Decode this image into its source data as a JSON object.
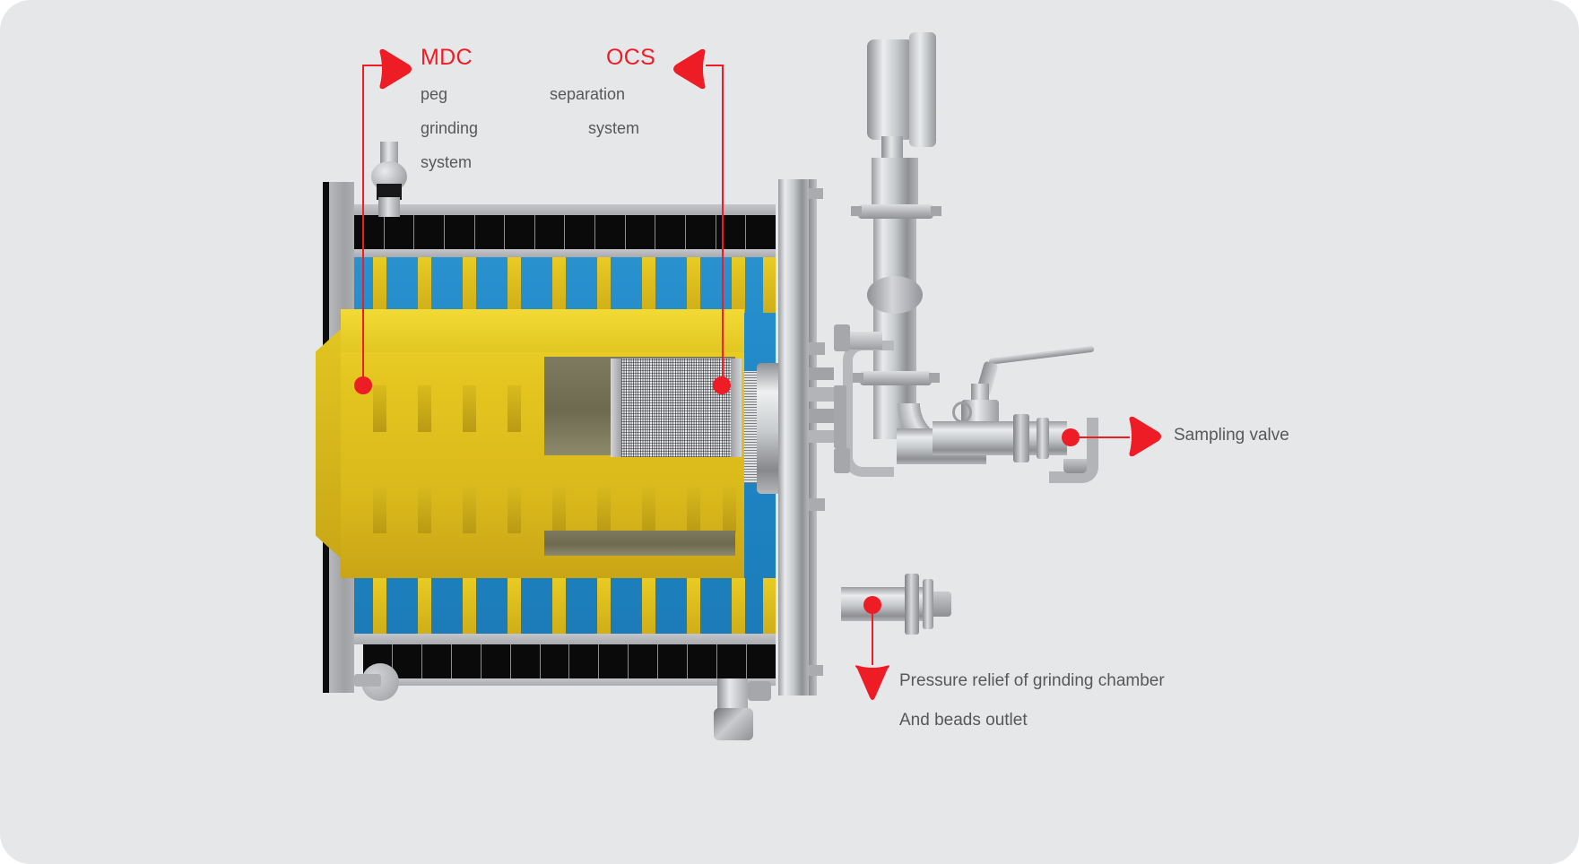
{
  "diagram": {
    "title_visible": false,
    "background_color": "#e6e7e9",
    "accent_color": "#ee1c25",
    "label_color": "#58585b",
    "machine": {
      "jacket_color": "#1f86c6",
      "rotor_color": "#dcc01c",
      "steel_color": "#b9bbbf",
      "black_band_color": "#0a0a0a"
    }
  },
  "callouts": [
    {
      "id": "mdc",
      "title": "MDC",
      "lines": [
        "peg",
        "grinding",
        "system"
      ],
      "marker": "right-triangle",
      "color": "#ee1c25"
    },
    {
      "id": "ocs",
      "title": "OCS",
      "lines": [
        "separation",
        "system"
      ],
      "marker": "left-triangle",
      "color": "#ee1c25"
    },
    {
      "id": "sampling-valve",
      "title": "",
      "lines": [
        "Sampling valve"
      ],
      "marker": "right-triangle",
      "color": "#ee1c25"
    },
    {
      "id": "pressure-relief",
      "title": "",
      "lines": [
        "Pressure relief of grinding chamber",
        "And beads outlet"
      ],
      "marker": "down-triangle",
      "color": "#ee1c25"
    }
  ],
  "labels": {
    "mdc_title": "MDC",
    "mdc_line1": "peg",
    "mdc_line2": "grinding",
    "mdc_line3": "system",
    "ocs_title": "OCS",
    "ocs_line1": "separation",
    "ocs_line2": "system",
    "sampling_valve": "Sampling valve",
    "pressure_relief_line1": "Pressure relief of grinding chamber",
    "pressure_relief_line2": "And beads outlet"
  },
  "components": {
    "feed_inlet_valve": "feed-inlet-valve",
    "cooling_jacket": "cooling-jacket",
    "peg_rotor": "peg-rotor",
    "separator_screen": "separator-screen",
    "shaft_hub": "shaft-hub",
    "end_flange": "end-flange",
    "vertical_discharge_pipe": "vertical-discharge-pipe",
    "top_disc_valve": "top-disc-valve",
    "sampling_ball_valve": "sampling-ball-valve",
    "beads_outlet_pipe": "beads-outlet-pipe",
    "bottom_drain_fitting": "bottom-drain-fitting",
    "pipe_clamps": "pipe-clamps"
  }
}
